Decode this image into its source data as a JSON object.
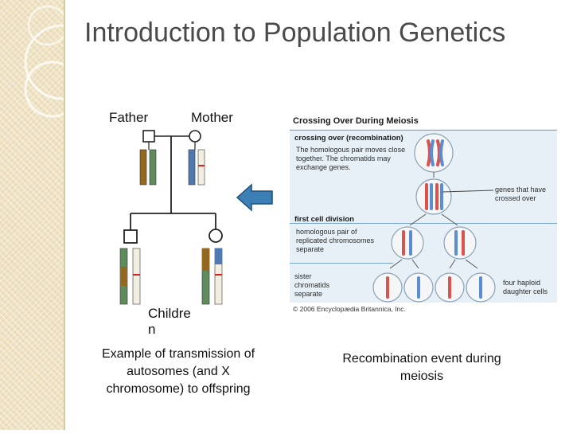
{
  "slide": {
    "title": "Introduction to Population Genetics",
    "father_label": "Father",
    "mother_label": "Mother",
    "children_label": "Childre\nn",
    "left_caption": "Example of transmission of autosomes (and X chromosome) to offspring",
    "right_caption": "Recombination event during meiosis"
  },
  "meiosis_figure": {
    "panel_title": "Crossing Over During Meiosis",
    "band1_title": "crossing over (recombination)",
    "band1_text": "The homologous pair moves close together. The chromatids may exchange genes.",
    "band2_title": "first cell division",
    "band2_text": "homologous pair of replicated chromosomes separate",
    "band3_text": "sister chromatids separate",
    "annotation_crossed": "genes that have crossed over",
    "annotation_haploid": "four haploid daughter cells",
    "copyright": "© 2006 Encyclopædia Britannica, Inc."
  },
  "colors": {
    "title": "#4a4a4a",
    "chromosome_green": "#5f8c5c",
    "chromosome_brown": "#94681e",
    "chromosome_blue": "#4f79b0",
    "chromosome_cream": "#f2efe2",
    "allele_red": "#d42222",
    "arrow_blue": "#3c7fb7",
    "arrow_outline": "#1f4f7a",
    "band_bg": "#e6f0f6"
  }
}
